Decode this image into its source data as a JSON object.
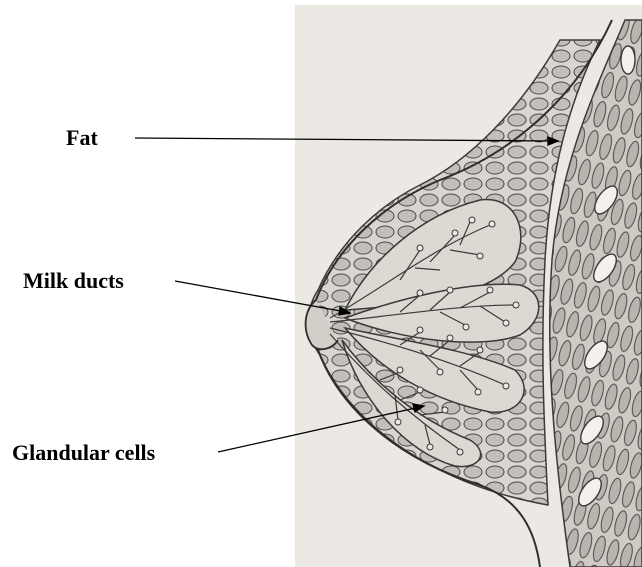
{
  "labels": {
    "fat": "Fat",
    "milk_ducts": "Milk ducts",
    "glandular_cells": "Glandular cells"
  },
  "colors": {
    "paper": "#ebe7e2",
    "line": "#3a3a3a",
    "tissue": "#d8d4cf",
    "fat_cell": "#bdb8b2",
    "label_text": "#000000"
  }
}
